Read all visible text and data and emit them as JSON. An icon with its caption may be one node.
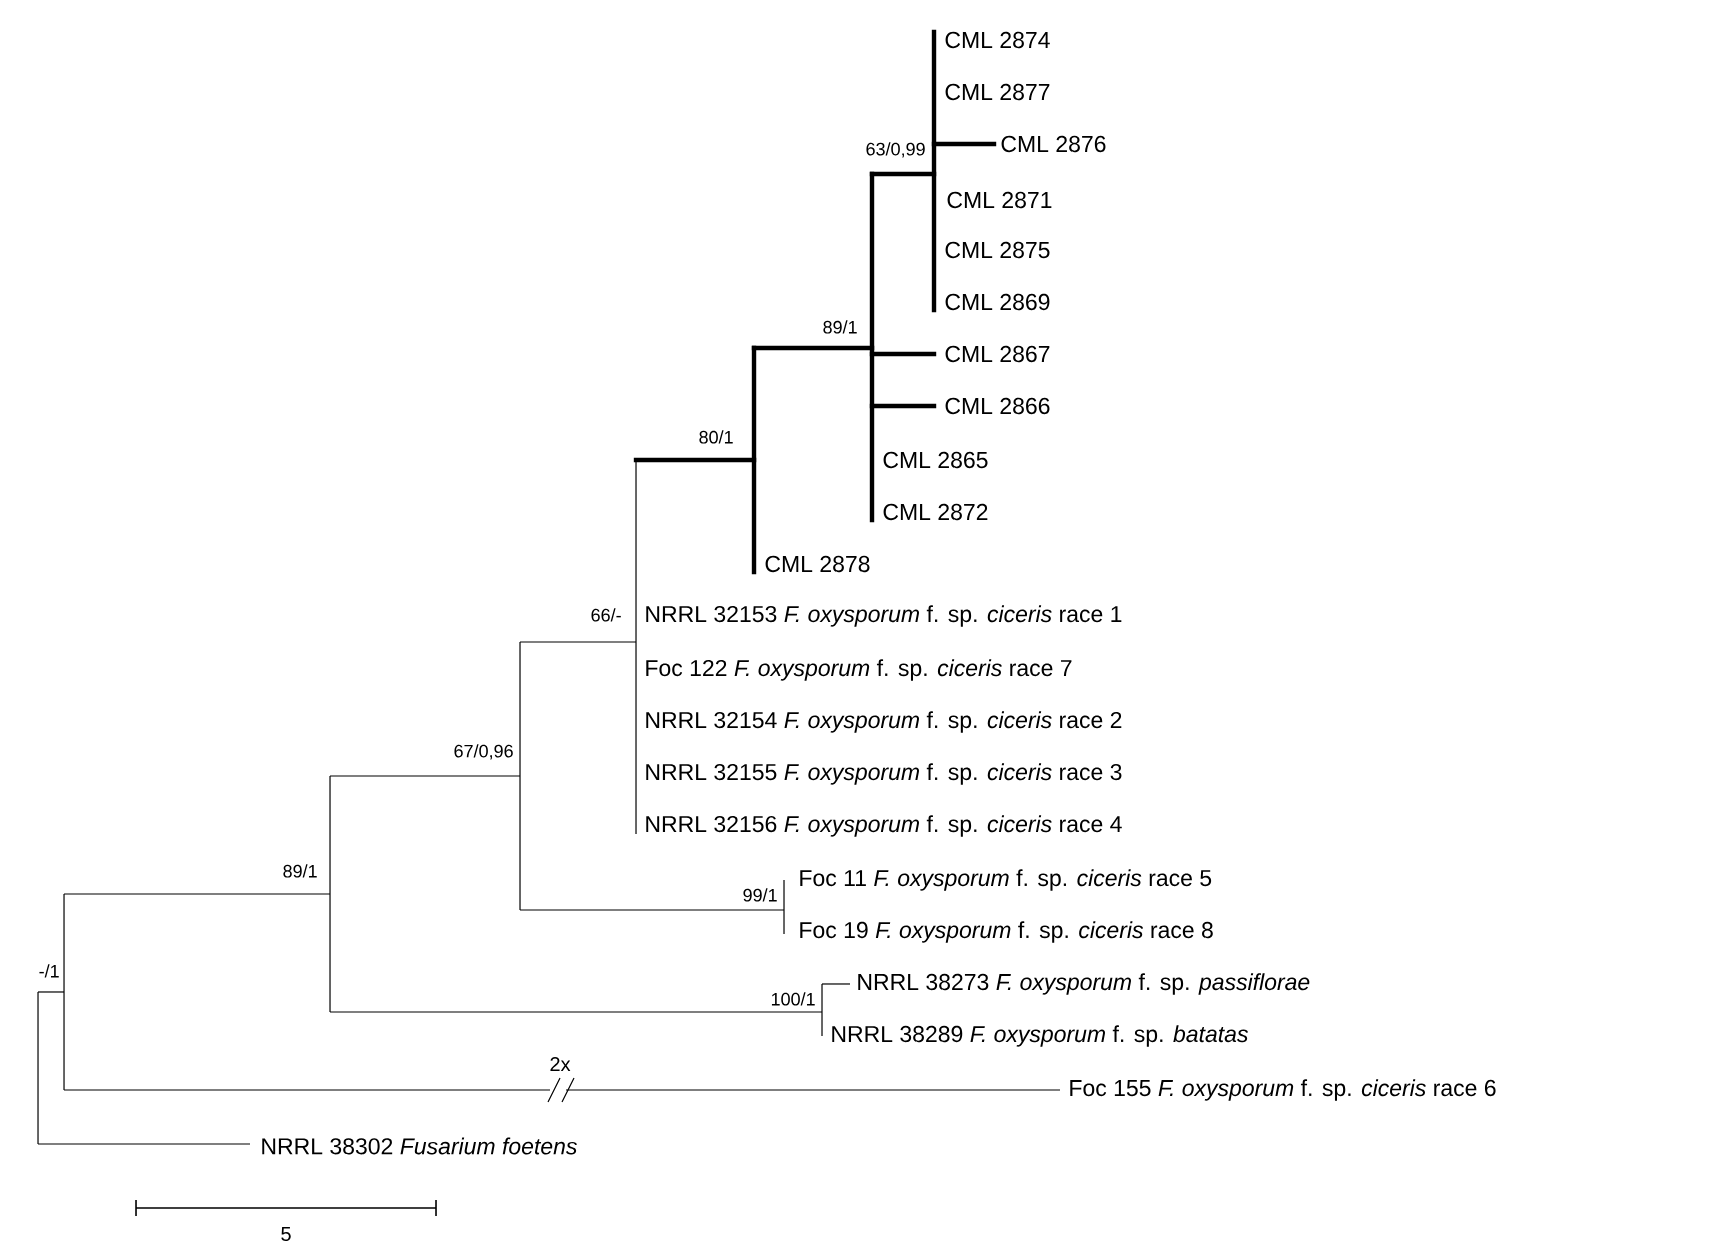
{
  "diagram": {
    "labels": [
      "CML 2874",
      "CML 2877",
      "63/0,99",
      "CML 2876",
      "CML 2871",
      "CML 2875",
      "CML 2869",
      "89/1",
      "CML 2867",
      "CML 2866",
      "80/1",
      "CML 2865",
      "CML 2872",
      "CML 2878",
      "66/-",
      "NRRL 32153 *F. oxysporum* f. sp. *ciceris* race 1",
      "Foc 122 *F. oxysporum* f. sp. *ciceris* race 7",
      "67/0,96",
      "NRRL 32154 *F. oxysporum* f. sp. *ciceris* race 2",
      "NRRL 32155 *F. oxysporum* f. sp. *ciceris* race 3",
      "NRRL 32156 *F. oxysporum* f. sp. *ciceris* race 4",
      "89/1",
      "99/1",
      "Foc 11 *F. oxysporum* f. sp. *ciceris* race 5",
      "Foc 19 *F. oxysporum* f. sp. *ciceris* race 8",
      "-/1",
      "100/1",
      "NRRL 38273 *F. oxysporum* f. sp. *passiflorae*",
      "NRRL 38289 *F. oxysporum* f. sp. *batatas*",
      "2x",
      "Foc 155 *F. oxysporum* f. sp. *ciceris* race 6",
      "NRRL 38302 *Fusarium foetens*",
      "5"
    ]
  }
}
